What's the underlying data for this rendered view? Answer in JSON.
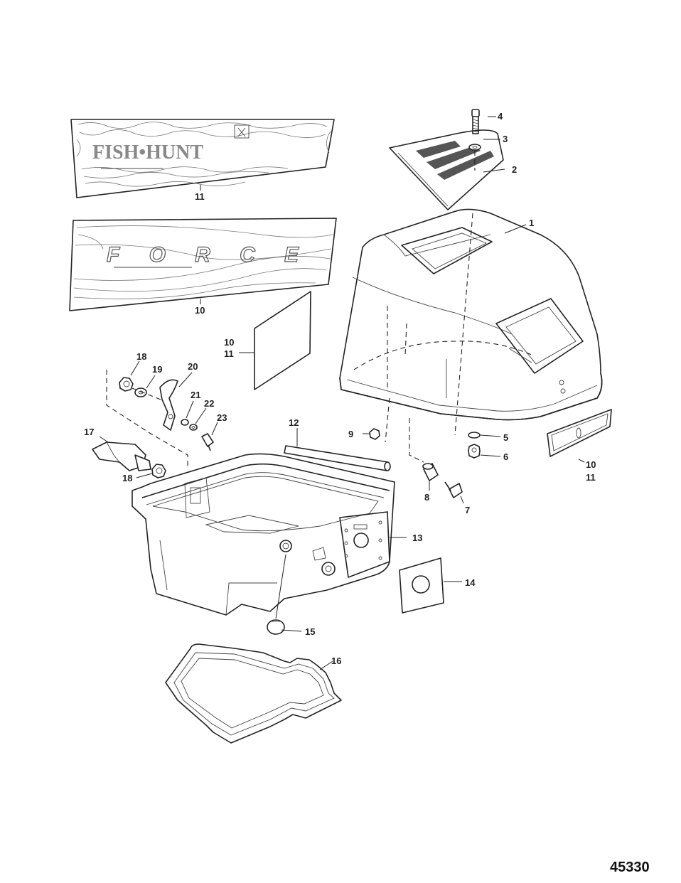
{
  "figure_number": "45330",
  "decals": {
    "decal_11_text": "FISH•HUNT",
    "decal_10_text": "FORCE"
  },
  "callouts": [
    {
      "id": "c1",
      "label": "1"
    },
    {
      "id": "c2",
      "label": "2"
    },
    {
      "id": "c3",
      "label": "3"
    },
    {
      "id": "c4",
      "label": "4"
    },
    {
      "id": "c5",
      "label": "5"
    },
    {
      "id": "c6",
      "label": "6"
    },
    {
      "id": "c7",
      "label": "7"
    },
    {
      "id": "c8",
      "label": "8"
    },
    {
      "id": "c9",
      "label": "9"
    },
    {
      "id": "c10a",
      "label": "10"
    },
    {
      "id": "c10b",
      "label": "10"
    },
    {
      "id": "c11b",
      "label": "11"
    },
    {
      "id": "c10c",
      "label": "10"
    },
    {
      "id": "c11c",
      "label": "11"
    },
    {
      "id": "c11a",
      "label": "11"
    },
    {
      "id": "c12",
      "label": "12"
    },
    {
      "id": "c13",
      "label": "13"
    },
    {
      "id": "c14",
      "label": "14"
    },
    {
      "id": "c15",
      "label": "15"
    },
    {
      "id": "c16",
      "label": "16"
    },
    {
      "id": "c17",
      "label": "17"
    },
    {
      "id": "c18a",
      "label": "18"
    },
    {
      "id": "c18b",
      "label": "18"
    },
    {
      "id": "c19",
      "label": "19"
    },
    {
      "id": "c20",
      "label": "20"
    },
    {
      "id": "c21",
      "label": "21"
    },
    {
      "id": "c22",
      "label": "22"
    },
    {
      "id": "c23",
      "label": "23"
    }
  ]
}
